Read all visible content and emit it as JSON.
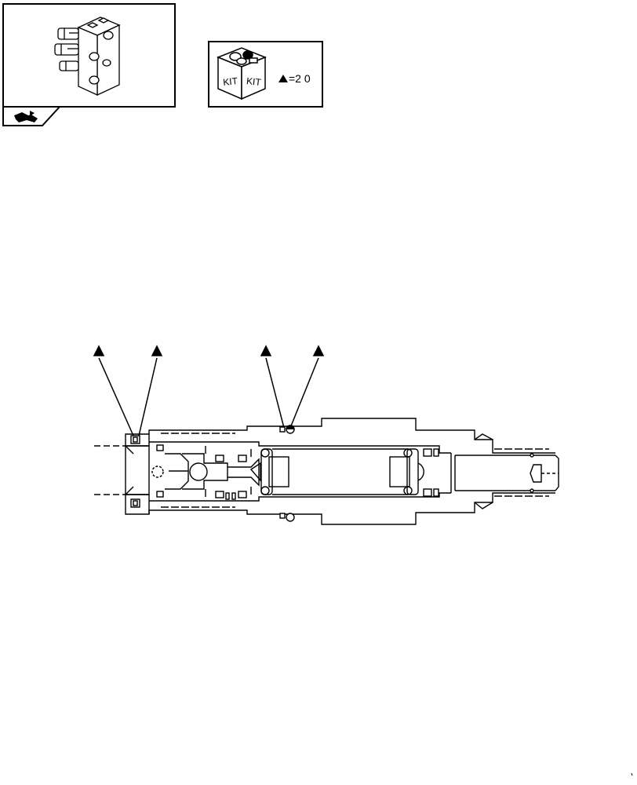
{
  "kit_box": {
    "kit_label_left": "KIT",
    "kit_label_right": "KIT",
    "legend_text": "=2 0",
    "legend_symbol": "triangle-marker"
  },
  "nav": {
    "icon": "page-nav-arrow-icon"
  },
  "callouts": {
    "symbol": "triangle-marker",
    "count": 4
  },
  "colors": {
    "line": "#000000",
    "background": "#ffffff"
  }
}
